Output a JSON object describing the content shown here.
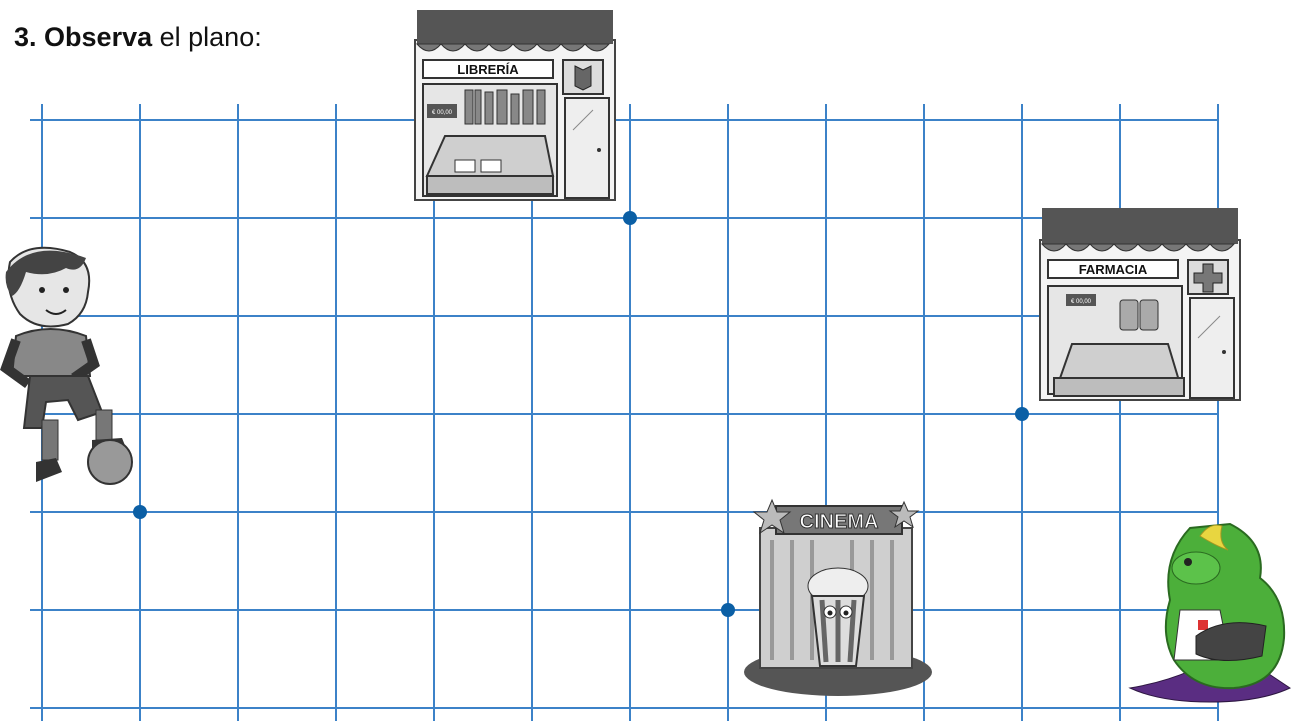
{
  "heading": {
    "number": "3.",
    "bold_word": "Observa",
    "rest": " el plano:"
  },
  "grid": {
    "columns": 12,
    "rows": 6,
    "line_color": "#3c82c8",
    "dot_color": "#0b5fa5"
  },
  "dots": [
    {
      "col": 6,
      "row": 1
    },
    {
      "col": 10,
      "row": 3
    },
    {
      "col": 1,
      "row": 4
    },
    {
      "col": 7,
      "row": 5
    }
  ],
  "places": {
    "library": {
      "sign": "LIBRERÍA",
      "price": "€ 00,00"
    },
    "pharmacy": {
      "sign": "FARMACIA",
      "price": "€ 00,00"
    },
    "cinema": {
      "sign": "CINEMA"
    }
  },
  "icons": {
    "boy": "boy-with-ball-icon",
    "mascot": "iguana-mascot-icon",
    "pharmacy_cross": "cross-icon",
    "library_book": "book-icon"
  },
  "colors": {
    "mascot_green": "#4caf3a",
    "mascot_hair": "#e8d640",
    "mascot_tail": "#5a2d82"
  }
}
